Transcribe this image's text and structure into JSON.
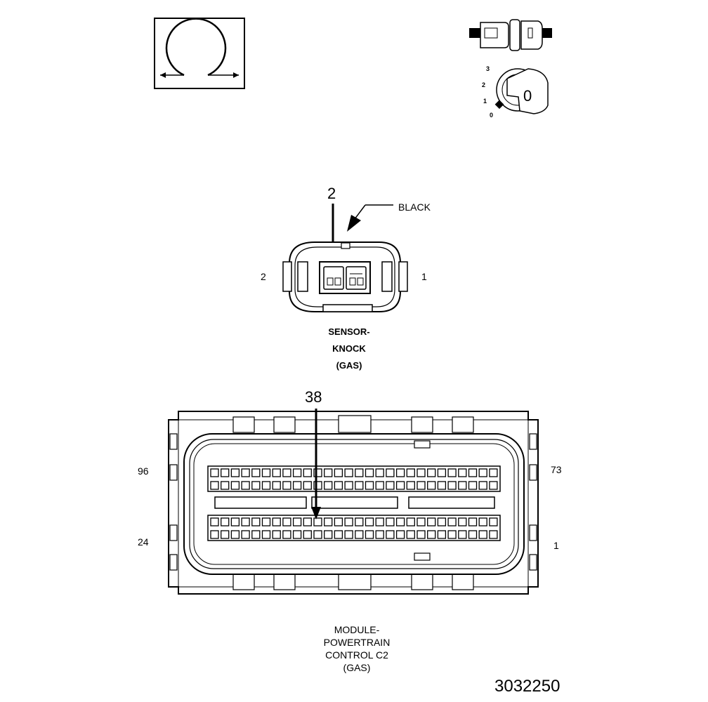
{
  "ohm_symbol_box": {
    "symbol": "Ω"
  },
  "key_switch": {
    "positions": [
      "3",
      "2",
      "1",
      "0"
    ],
    "key_letter": "0"
  },
  "knock_sensor": {
    "callout_pin": "2",
    "color_label": "BLACK",
    "left_pin": "2",
    "right_pin": "1",
    "name_lines": [
      "SENSOR-",
      "KNOCK",
      "(GAS)"
    ]
  },
  "pcm_connector": {
    "callout_pin": "38",
    "top_left_pin": "96",
    "top_right_pin": "73",
    "bottom_left_pin": "24",
    "bottom_right_pin": "1",
    "name_lines": [
      "MODULE-",
      "POWERTRAIN",
      "CONTROL C2",
      "(GAS)"
    ]
  },
  "figure_number": "3032250"
}
